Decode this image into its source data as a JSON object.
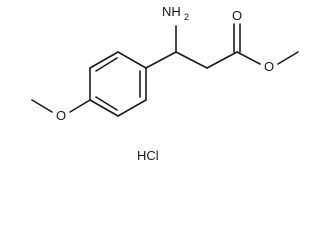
{
  "molecule": {
    "amine_label": "NH",
    "amine_subscript": "2",
    "carbonyl_oxygen": "O",
    "ester_oxygen": "O",
    "methoxy_oxygen": "O",
    "salt": "HCl"
  }
}
